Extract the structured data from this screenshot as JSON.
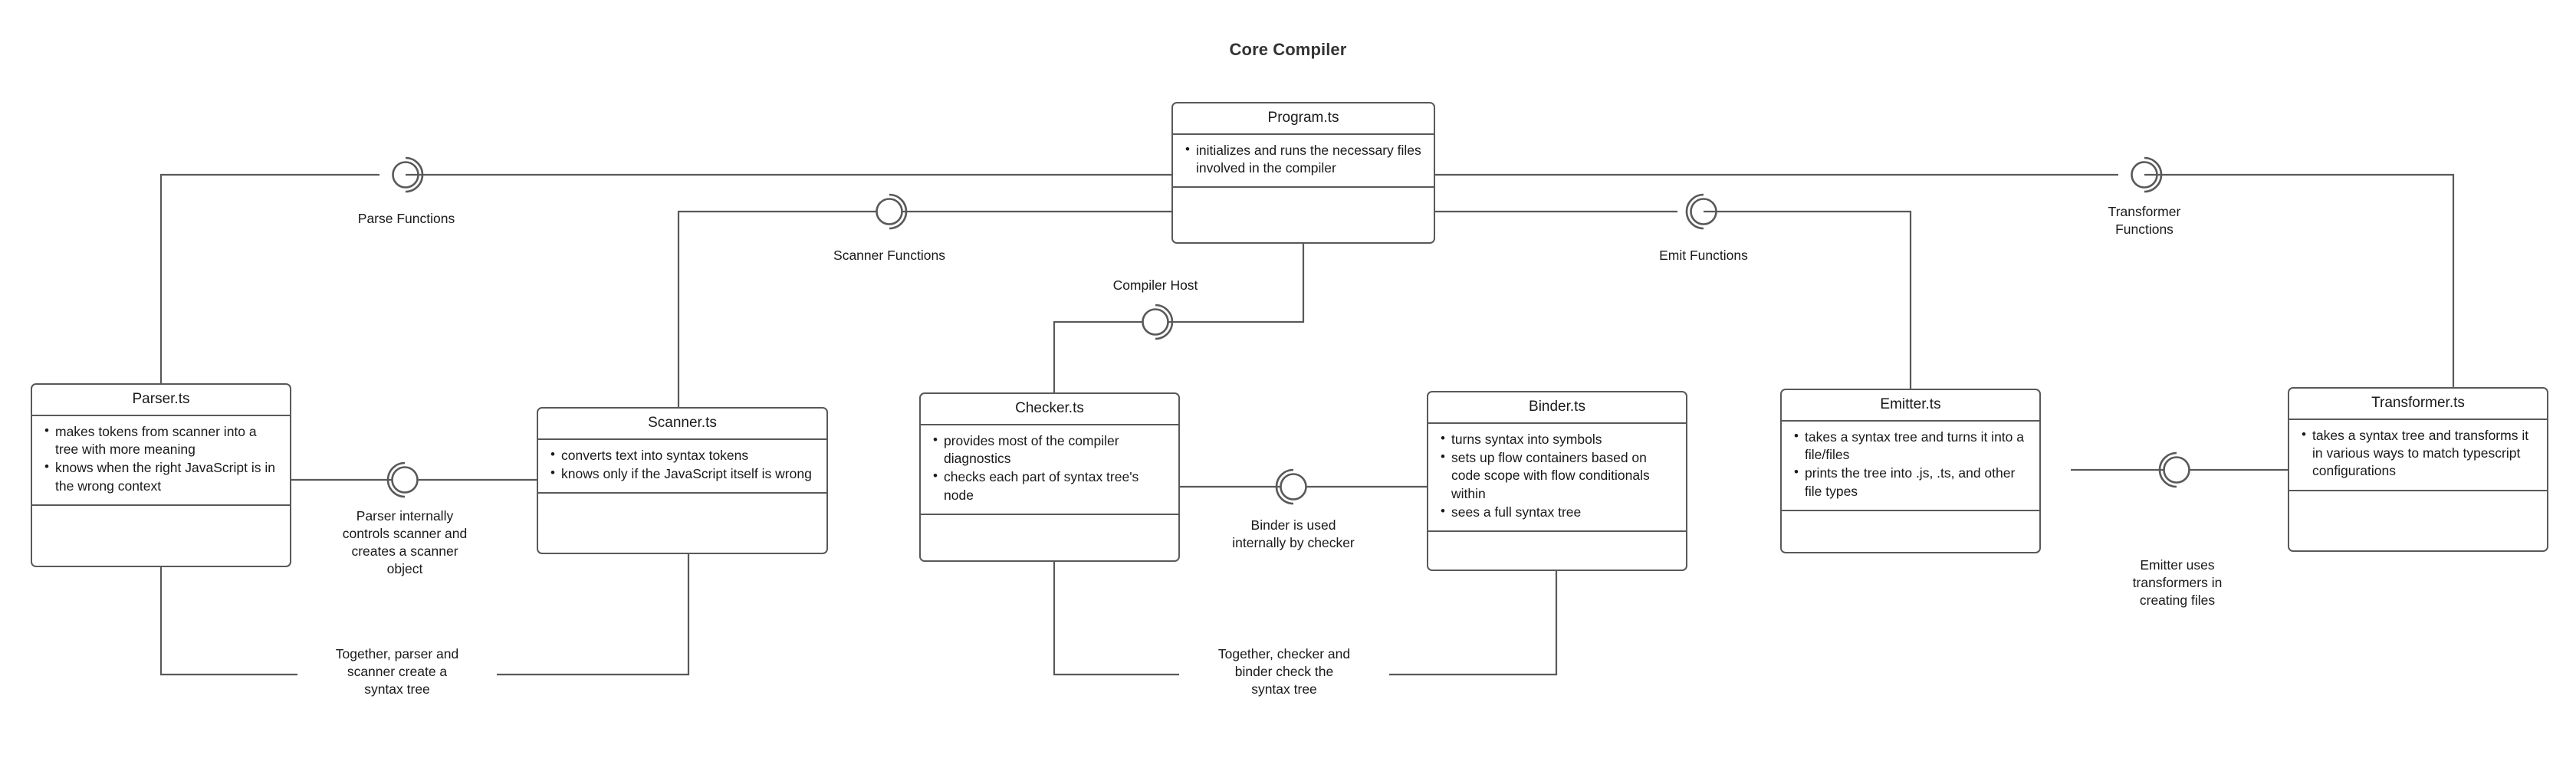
{
  "diagram": {
    "title": "Core Compiler",
    "type": "uml-component-diagram",
    "stroke_color": "#595959",
    "text_color": "#1a1a1a",
    "title_color": "#333333",
    "background": "#ffffff"
  },
  "components": [
    {
      "id": "program",
      "title": "Program.ts",
      "bullets": [
        "initializes and runs the necessary files involved in the compiler"
      ]
    },
    {
      "id": "parser",
      "title": "Parser.ts",
      "bullets": [
        "makes tokens from scanner into a tree with more meaning",
        "knows when the right JavaScript is in the wrong context"
      ]
    },
    {
      "id": "scanner",
      "title": "Scanner.ts",
      "bullets": [
        "converts text into syntax tokens",
        "knows only if the JavaScript itself is wrong"
      ]
    },
    {
      "id": "checker",
      "title": "Checker.ts",
      "bullets": [
        "provides most of the compiler diagnostics",
        "checks each part of syntax tree's node"
      ]
    },
    {
      "id": "binder",
      "title": "Binder.ts",
      "bullets": [
        "turns syntax into symbols",
        "sets up flow containers based on code scope with flow conditionals within",
        "sees a full syntax tree"
      ]
    },
    {
      "id": "emitter",
      "title": "Emitter.ts",
      "bullets": [
        "takes a syntax tree and turns it into a file/files",
        "prints the tree into .js, .ts, and other file types"
      ]
    },
    {
      "id": "transformer",
      "title": "Transformer.ts",
      "bullets": [
        "takes a syntax tree and transforms it in various ways to match typescript configurations"
      ]
    }
  ],
  "connectors": [
    {
      "id": "parse-functions",
      "label": "Parse Functions",
      "from": "program",
      "to": "parser",
      "socket": "right"
    },
    {
      "id": "scanner-functions",
      "label": "Scanner Functions",
      "from": "program",
      "to": "scanner",
      "socket": "right"
    },
    {
      "id": "compiler-host",
      "label": "Compiler Host",
      "from": "program",
      "to": "checker",
      "socket": "right"
    },
    {
      "id": "emit-functions",
      "label": "Emit Functions",
      "from": "program",
      "to": "emitter",
      "socket": "left"
    },
    {
      "id": "transformer-functions",
      "label": "Transformer\nFunctions",
      "from": "program",
      "to": "transformer",
      "socket": "right"
    },
    {
      "id": "parser-scanner",
      "label": "Parser internally\ncontrols scanner and\ncreates a scanner\nobject",
      "from": "parser",
      "to": "scanner",
      "socket": "left"
    },
    {
      "id": "checker-binder",
      "label": "Binder is used\ninternally by checker",
      "from": "checker",
      "to": "binder",
      "socket": "left"
    },
    {
      "id": "emitter-transformer",
      "label": "Emitter uses\ntransformers in\ncreating files",
      "from": "emitter",
      "to": "transformer",
      "socket": "left"
    },
    {
      "id": "parser-scanner-tree",
      "label": "Together, parser and\nscanner create a\nsyntax tree",
      "from": "parser",
      "to": "scanner",
      "socket": "none"
    },
    {
      "id": "checker-binder-tree",
      "label": "Together, checker and\nbinder check the\nsyntax tree",
      "from": "checker",
      "to": "binder",
      "socket": "none"
    }
  ]
}
